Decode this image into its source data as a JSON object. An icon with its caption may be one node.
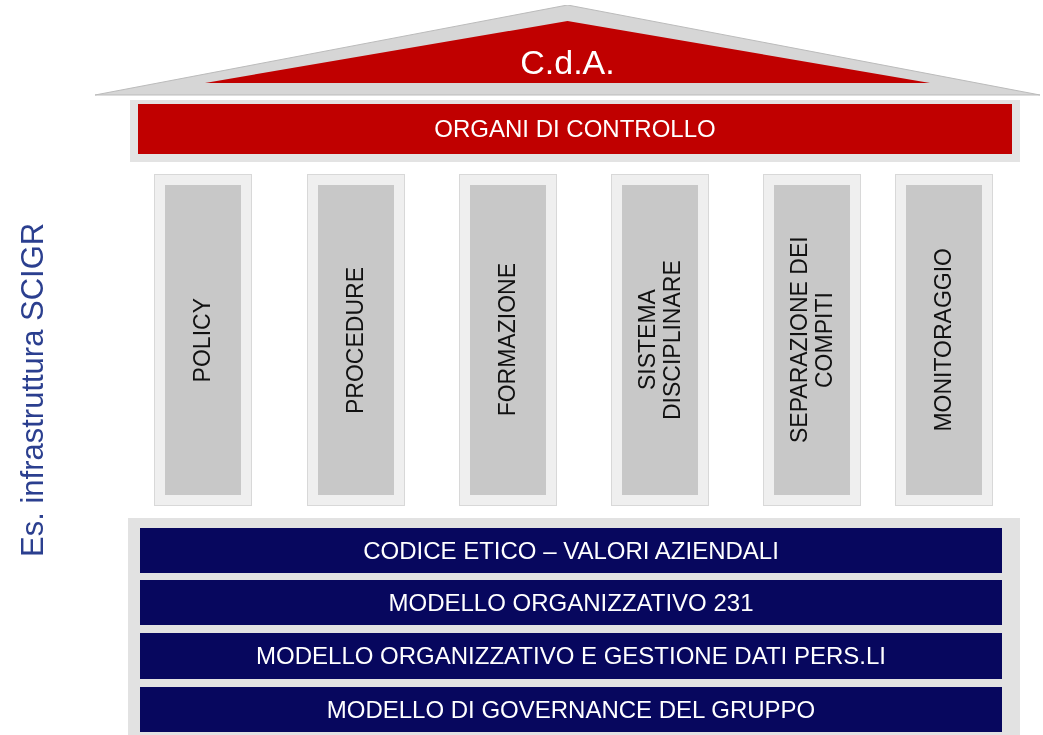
{
  "diagram": {
    "nodes": [
      {
        "text": [
          "C.d.A."
        ]
      },
      {
        "text": [
          "ORGANI DI CONTROLLO"
        ]
      },
      {
        "text": [
          "POLICY"
        ]
      },
      {
        "text": [
          "PROCEDURE"
        ]
      },
      {
        "text": [
          "FORMAZIONE"
        ]
      },
      {
        "text": [
          "SISTEMA DISCIPLINARE"
        ]
      },
      {
        "text": [
          "SEPARAZIONE DEI COMPITI"
        ]
      },
      {
        "text": [
          "MONITORAGGIO"
        ]
      },
      {
        "text": [
          "CODICE ETICO – VALORI AZIENDALI"
        ]
      },
      {
        "text": [
          "MODELLO ORGANIZZATIVO 231"
        ]
      },
      {
        "text": [
          "MODELLO ORGANIZZATIVO E GESTIONE DATI PERS.LI"
        ]
      },
      {
        "text": [
          "MODELLO DI GOVERNANCE DEL GRUPPO"
        ]
      }
    ],
    "edges": [],
    "labels": [
      "Es. infrastruttura SCIGR"
    ]
  }
}
